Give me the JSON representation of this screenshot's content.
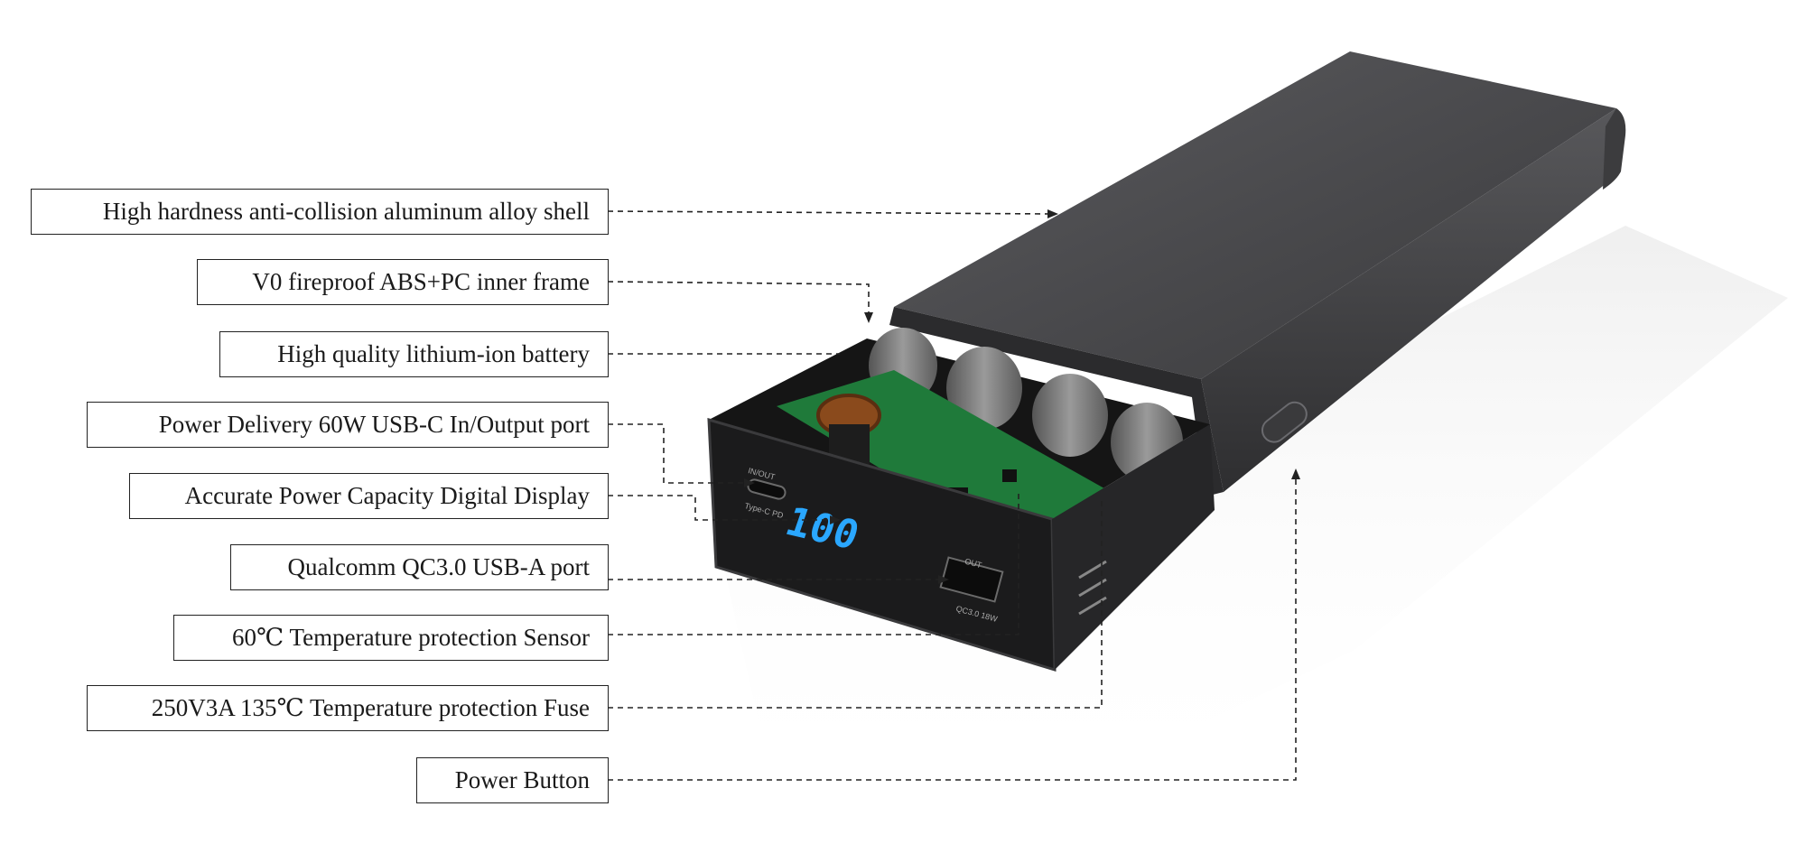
{
  "labels": [
    {
      "id": "shell",
      "text": "High hardness anti-collision aluminum alloy shell"
    },
    {
      "id": "inner-frame",
      "text": "V0 fireproof ABS+PC inner frame"
    },
    {
      "id": "battery",
      "text": "High quality lithium-ion battery"
    },
    {
      "id": "usb-c",
      "text": "Power Delivery 60W USB-C In/Output port"
    },
    {
      "id": "display",
      "text": "Accurate Power Capacity Digital Display"
    },
    {
      "id": "usb-a",
      "text": "Qualcomm QC3.0 USB-A port"
    },
    {
      "id": "sensor",
      "text": "60℃ Temperature protection Sensor"
    },
    {
      "id": "fuse",
      "text": "250V3A 135℃ Temperature protection Fuse"
    },
    {
      "id": "power-button",
      "text": "Power Button"
    }
  ],
  "device": {
    "display_value": "100",
    "port_c_label": "IN/OUT",
    "port_c_sublabel": "Type-C PD",
    "port_a_label": "OUT",
    "port_a_sublabel": "QC3.0 18W"
  },
  "colors": {
    "shell": "#4a4a4c",
    "display_digits": "#2aa7ff",
    "pcb": "#1f7a3a",
    "label_border": "#222222"
  }
}
